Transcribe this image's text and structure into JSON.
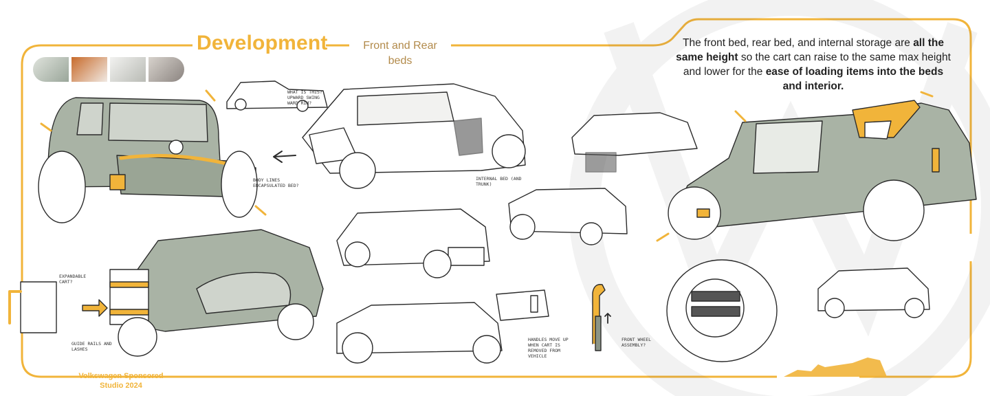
{
  "header": {
    "title": "Development",
    "subtitle": "Front and Rear beds"
  },
  "description": {
    "part1": "The front bed, rear bed, and internal storage are ",
    "bold1": "all the same height",
    "part2": " so the cart can raise to the same max height and lower for the ",
    "bold2": "ease of loading items into the beds and interior."
  },
  "footer": {
    "line1": "Volkswagen Sponsored",
    "line2": "Studio 2024"
  },
  "annotations": {
    "note_top": "What is this? Upward swing ward rim?",
    "note_body": "Body lines encapsulated bed?",
    "note_internal": "Internal bed (and trunk)",
    "note_expandable": "Expandable cart?",
    "note_guide": "Guide rails and lashes",
    "note_handles": "Handles move up when cart is removed from vehicle",
    "note_front_wheel": "Front wheel assembly?"
  },
  "colors": {
    "accent": "#f1b43a",
    "body_sage": "#a9b3a5",
    "ink": "#2b2b2b",
    "subtitle": "#b28a4a"
  },
  "swatches": [
    "#c9cec6",
    "#d2d6cf",
    "#e7e7e4",
    "#d9dcd6"
  ]
}
